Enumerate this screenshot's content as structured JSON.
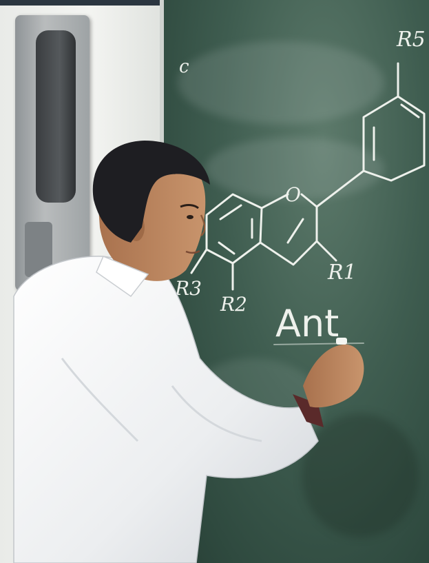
{
  "scene": {
    "description_alt": "Lecturer in a white coat writing chemical structures on a green chalkboard",
    "colors": {
      "board": "#3f5d50",
      "chalk": "#eef1ec",
      "coat": "#f4f5f6",
      "hair": "#1e1e22",
      "skin": "#b9855e"
    }
  },
  "chalkboard": {
    "mark_c": "c",
    "label_r5": "R5",
    "label_r1": "R1",
    "label_r3": "R3",
    "label_r2": "R2",
    "word_partial": "Ant",
    "ring_atom": "O"
  }
}
